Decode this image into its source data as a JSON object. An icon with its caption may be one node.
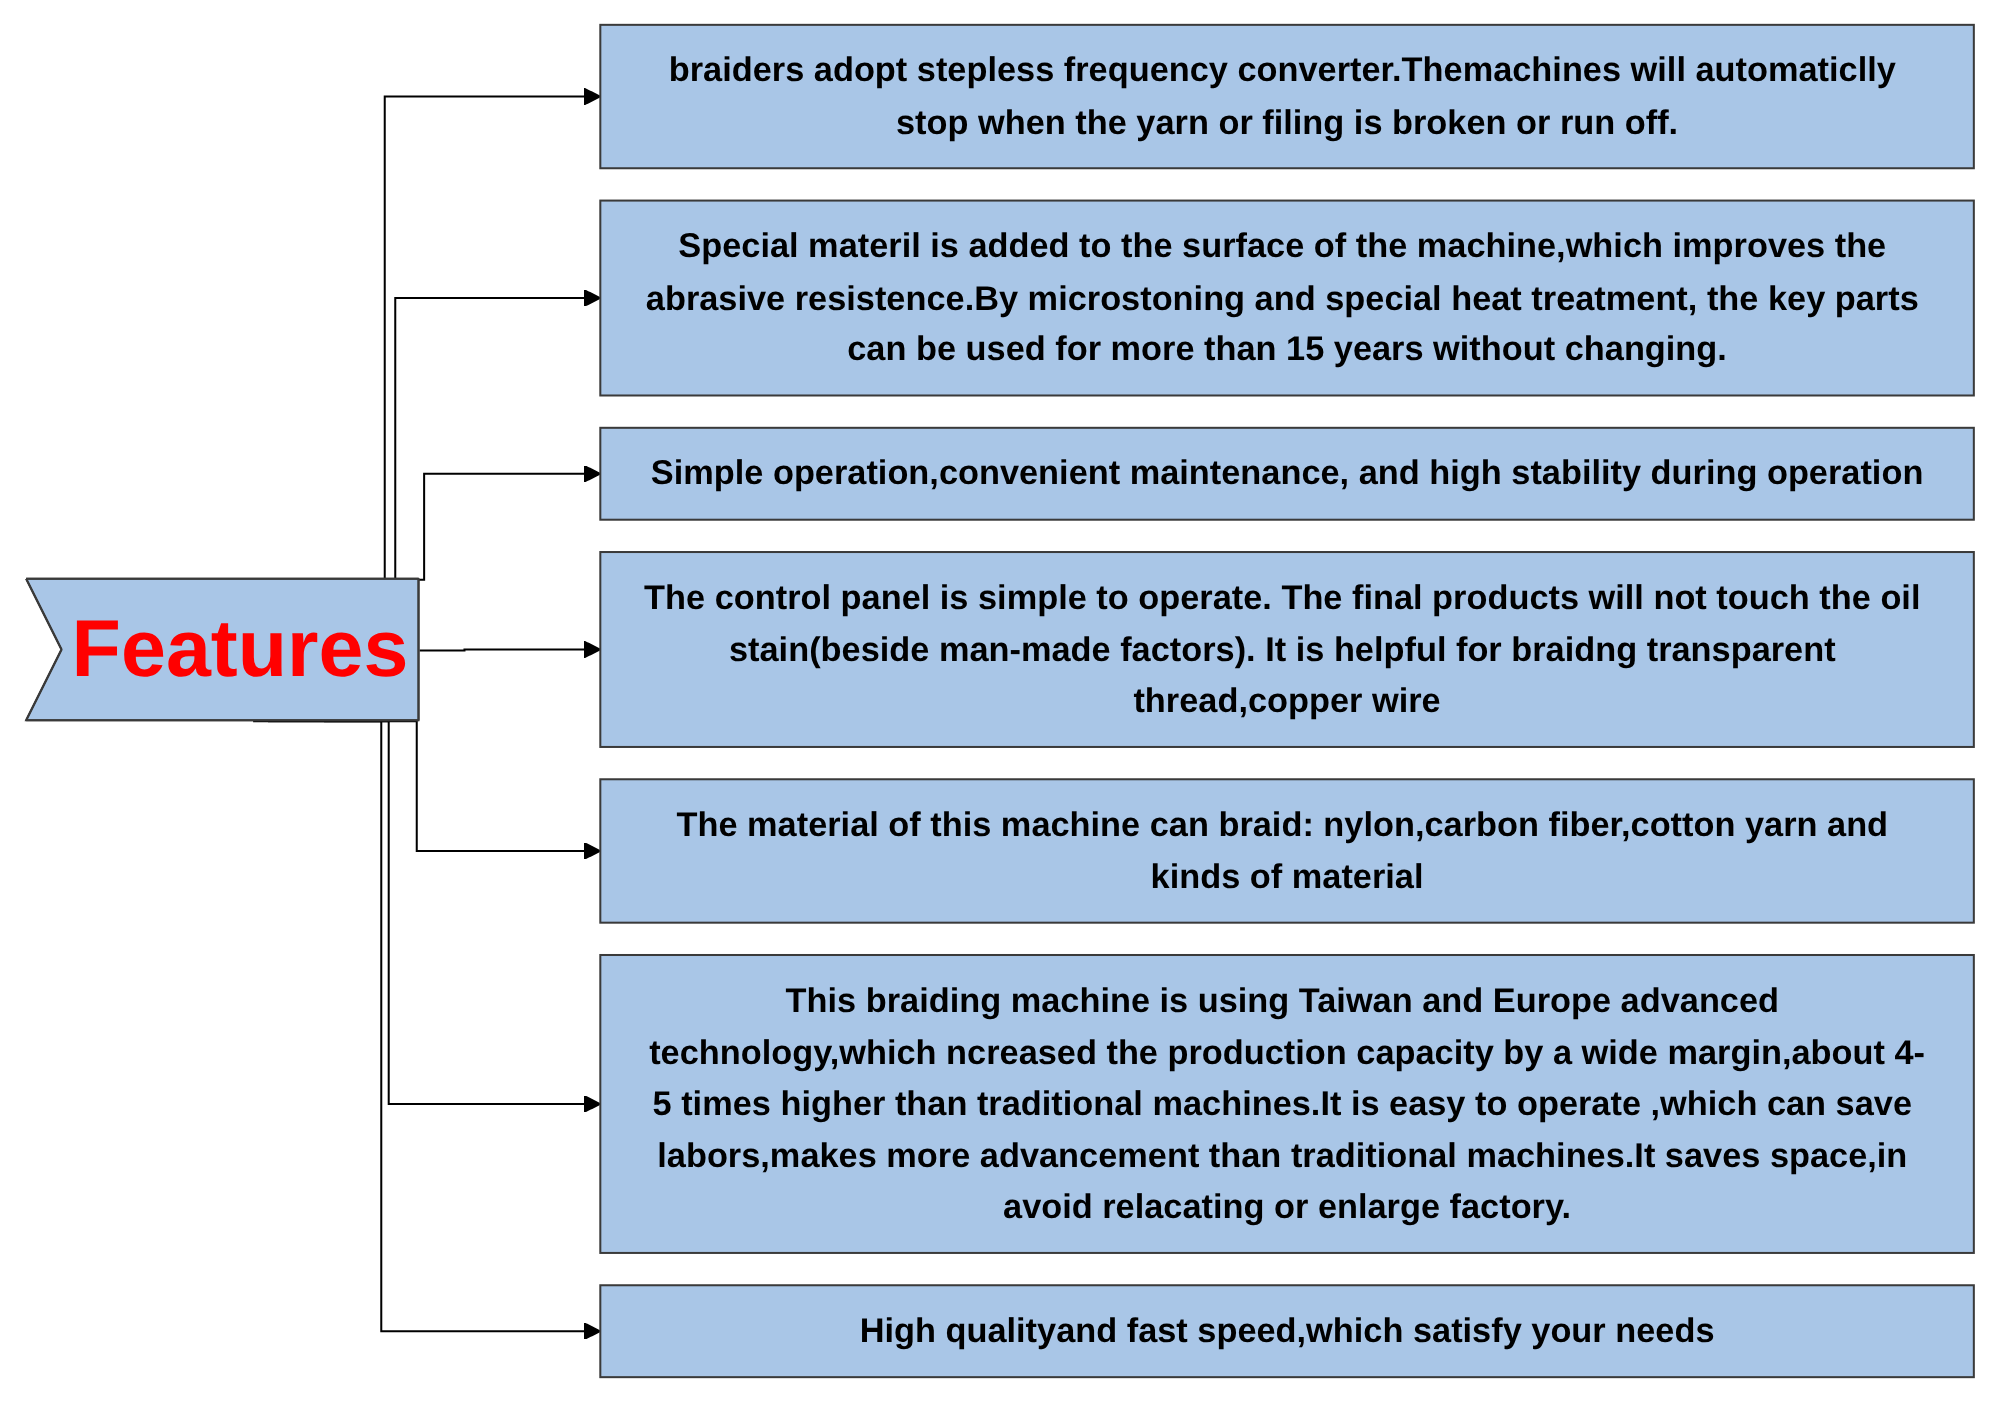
{
  "diagram": {
    "nodes": [
      {
        "text": [
          "Features"
        ]
      },
      {
        "text": [
          "braiders adopt stepless frequency converter.Themachines will automaticlly stop when the yarn or filing is broken or run off."
        ]
      },
      {
        "text": [
          "Special materil is added to the surface of the machine,which improves the abrasive resistence.By microstoning and special heat treatment, the key parts can be used for more than 15 years without changing."
        ]
      },
      {
        "text": [
          "Simple operation,convenient maintenance, and high stability during operation"
        ]
      },
      {
        "text": [
          "The control panel is simple to operate. The final products will not touch the oil stain(beside man-made factors). It is helpful for braidng transparent thread,copper wire"
        ]
      },
      {
        "text": [
          "The material of this machine can braid: nylon,carbon fiber,cotton yarn and kinds of material"
        ]
      },
      {
        "text": [
          "This braiding machine is using Taiwan and Europe advanced technology,which ncreased the production capacity by a wide margin,about 4-5 times higher than traditional machines.It is easy to operate ,which can save labors,makes more advancement than traditional machines.It saves space,in avoid relacating or enlarge factory."
        ]
      },
      {
        "text": [
          "High qualityand fast speed,which satisfy your needs"
        ]
      }
    ],
    "edges": [
      {
        "from": 0,
        "to": 1,
        "arrow": "to"
      },
      {
        "from": 0,
        "to": 2,
        "arrow": "to"
      },
      {
        "from": 0,
        "to": 3,
        "arrow": "to"
      },
      {
        "from": 0,
        "to": 4,
        "arrow": "to"
      },
      {
        "from": 0,
        "to": 5,
        "arrow": "to"
      },
      {
        "from": 0,
        "to": 6,
        "arrow": "to"
      },
      {
        "from": 0,
        "to": 7,
        "arrow": "to"
      }
    ]
  }
}
